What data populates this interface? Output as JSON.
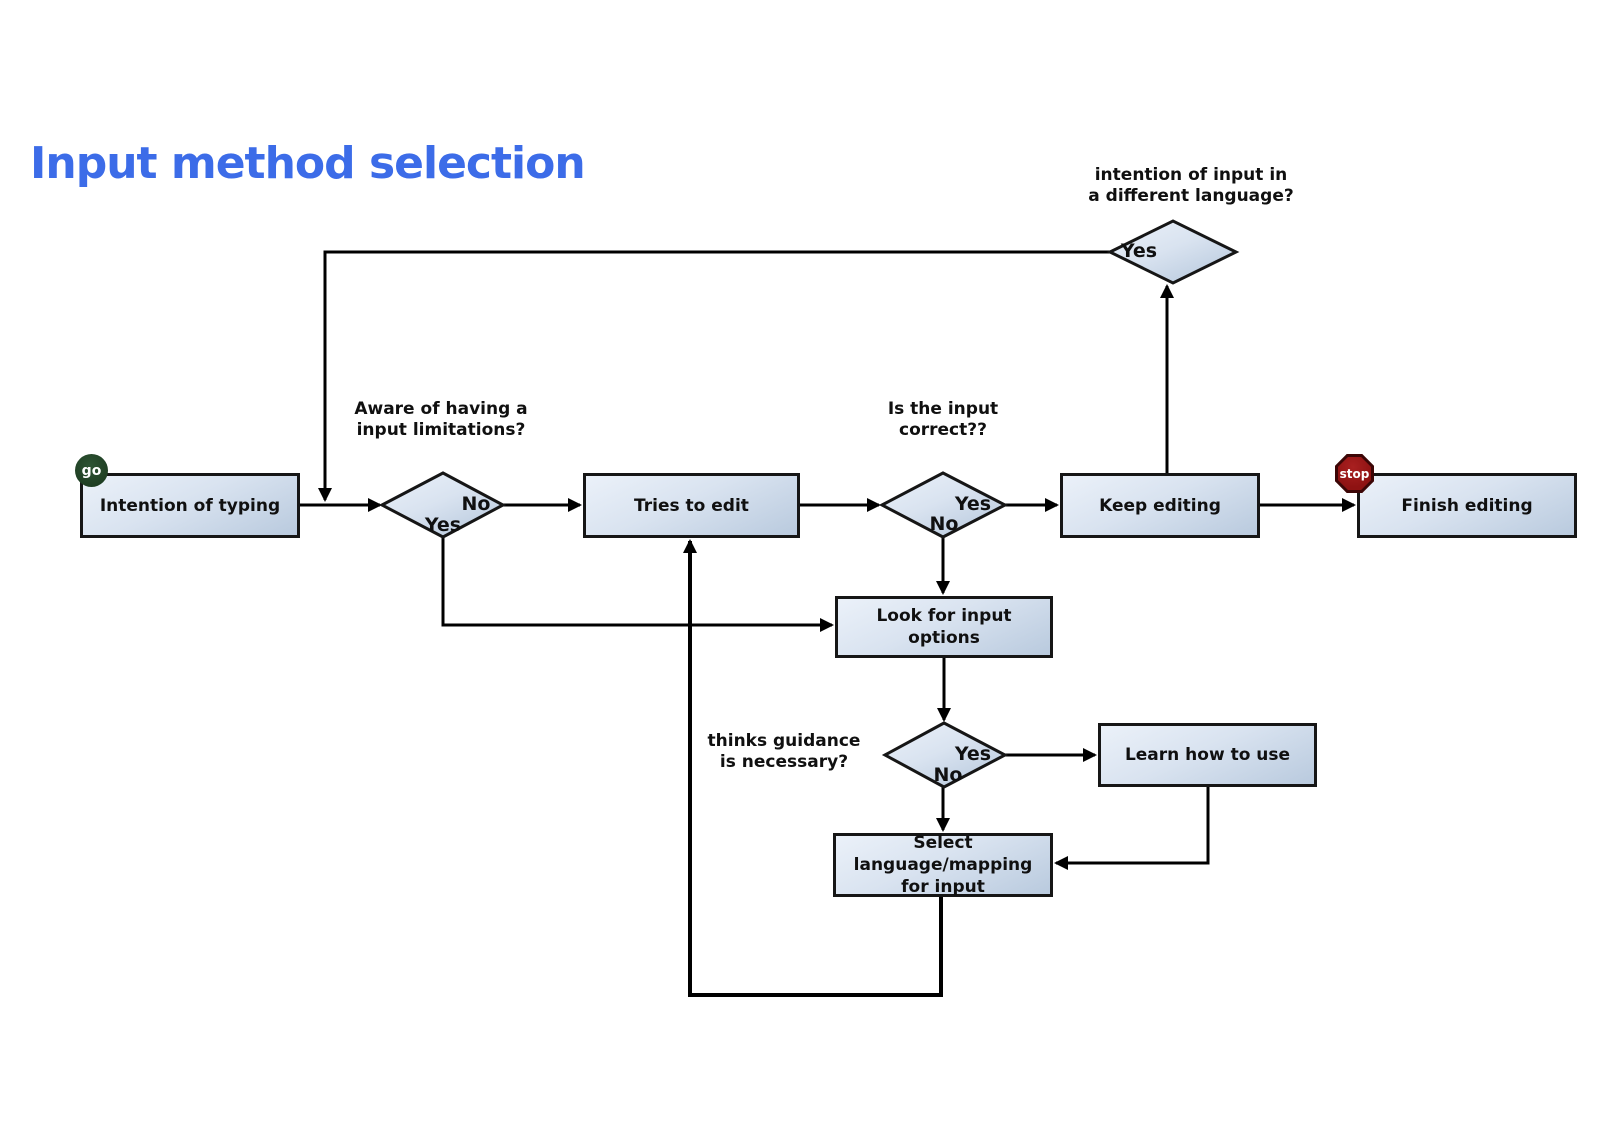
{
  "title": "Input method selection",
  "badges": {
    "go": {
      "label": "go"
    },
    "stop": {
      "label": "stop"
    }
  },
  "nodes": {
    "intention": {
      "label": "Intention of typing"
    },
    "tries": {
      "label": "Tries to edit"
    },
    "keep": {
      "label": "Keep editing"
    },
    "finish": {
      "label": "Finish editing"
    },
    "look": {
      "label": "Look for input options"
    },
    "learn": {
      "label": "Learn how to use"
    },
    "select": {
      "label": "Select language/mapping\nfor input"
    }
  },
  "decisions": {
    "aware": {
      "question": "Aware of having a\ninput limitations?",
      "no_label": "No",
      "yes_label": "Yes"
    },
    "correct": {
      "question": "Is the input\ncorrect??",
      "yes_label": "Yes",
      "no_label": "No"
    },
    "language": {
      "question": "intention of input in\na different language?",
      "yes_label": "Yes"
    },
    "guidance": {
      "question": "thinks guidance\nis necessary?",
      "yes_label": "Yes",
      "no_label": "No"
    }
  },
  "colors": {
    "title_color": "#3c6ce8",
    "line_color": "#000000",
    "node_border": "#161616",
    "node_fill_light": "#ebf1f9",
    "node_fill_mid": "#d9e3f0",
    "node_fill_dark": "#b9cade",
    "go_fill": "#1e3d22",
    "stop_fill": "#8e1212",
    "badge_text": "#ffffff"
  }
}
